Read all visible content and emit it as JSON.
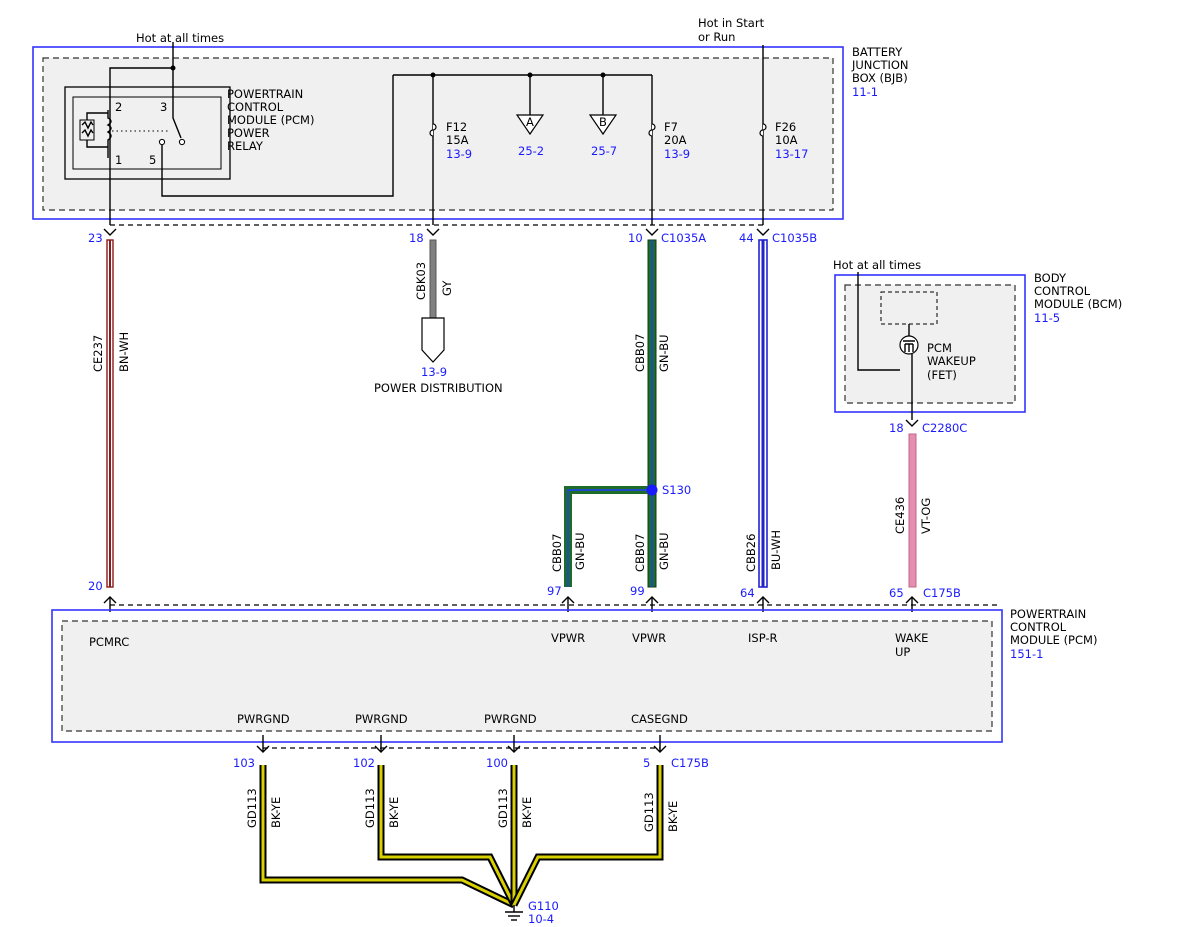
{
  "bjb": {
    "title": [
      "BATTERY",
      "JUNCTION",
      "BOX (BJB)"
    ],
    "ref": "11-1",
    "hot_at_all_times": "Hot at all times",
    "hot_in_start": [
      "Hot in Start",
      "or Run"
    ],
    "relay": {
      "label": [
        "POWERTRAIN",
        "CONTROL",
        "MODULE (PCM)",
        "POWER",
        "RELAY"
      ],
      "pins": [
        "2",
        "3",
        "1",
        "5"
      ]
    },
    "fuses": [
      {
        "name": "F12",
        "rating": "15A",
        "ref": "13-9"
      },
      {
        "name": "F7",
        "rating": "20A",
        "ref": "13-9"
      },
      {
        "name": "F26",
        "rating": "10A",
        "ref": "13-17"
      }
    ],
    "connectors": [
      {
        "letter": "A",
        "ref": "25-2"
      },
      {
        "letter": "B",
        "ref": "25-7"
      }
    ]
  },
  "bcm": {
    "title": [
      "BODY",
      "CONTROL",
      "MODULE (BCM)"
    ],
    "ref": "11-5",
    "hot_at_all_times": "Hot at all times",
    "fet_label": [
      "PCM",
      "WAKEUP",
      "(FET)"
    ]
  },
  "pcm": {
    "title": [
      "POWERTRAIN",
      "CONTROL",
      "MODULE (PCM)"
    ],
    "ref": "151-1",
    "pins_top": [
      "PCMRC",
      "VPWR",
      "VPWR",
      "ISP-R",
      "WAKE",
      "UP"
    ],
    "pins_bottom": [
      "PWRGND",
      "PWRGND",
      "PWRGND",
      "CASEGND"
    ]
  },
  "wires": {
    "ce237": {
      "circuit": "CE237",
      "color": "BN-WH",
      "pin_top": "23",
      "pin_bottom": "20",
      "hex": "#8b1a1a"
    },
    "cbk03": {
      "circuit": "CBK03",
      "color": "GY",
      "pin_top": "18",
      "hex": "#808080"
    },
    "cbb07": {
      "circuit": "CBB07",
      "color": "GN-BU",
      "pin_top": "10",
      "conn_top": "C1035A",
      "hex": "#1e6b2a"
    },
    "cbb07_a": {
      "circuit": "CBB07",
      "color": "GN-BU",
      "pin_bottom": "97"
    },
    "cbb07_b": {
      "circuit": "CBB07",
      "color": "GN-BU",
      "pin_bottom": "99"
    },
    "cbb26": {
      "circuit": "CBB26",
      "color": "BU-WH",
      "pin_top": "44",
      "conn_top": "C1035B",
      "pin_bottom": "64",
      "hex": "#2222cc"
    },
    "ce436": {
      "circuit": "CE436",
      "color": "VT-OG",
      "pin_top": "18",
      "conn_top": "C2280C",
      "pin_bottom": "65",
      "conn_bottom": "C175B",
      "hex": "#e58fb0"
    },
    "gd113": {
      "circuit": "GD113",
      "color": "BK-YE",
      "pins": [
        "103",
        "102",
        "100",
        "5"
      ],
      "conn": "C175B",
      "hex": "#d8d000"
    }
  },
  "splice": {
    "label": "S130",
    "hex": "#1a1aff"
  },
  "power_distribution": {
    "ref": "13-9",
    "label": "POWER DISTRIBUTION"
  },
  "ground": {
    "label": "G110",
    "ref": "10-4"
  }
}
